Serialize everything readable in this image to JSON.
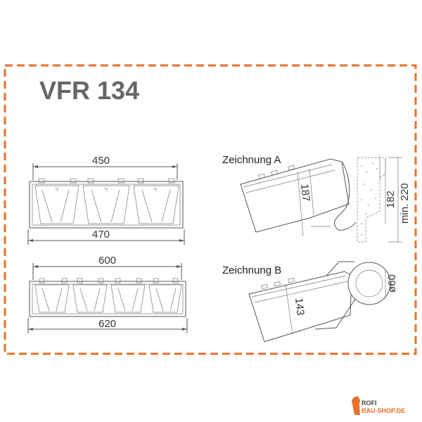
{
  "title": "VFR 134",
  "drawing_a_label": "Zeichnung A",
  "drawing_b_label": "Zeichnung B",
  "dims": {
    "top_inner": "450",
    "top_outer": "470",
    "bottom_inner": "600",
    "bottom_outer": "620",
    "a_height": "187",
    "a_182": "182",
    "a_min220": "min. 220",
    "b_height": "143",
    "b_diameter": "ø60"
  },
  "logo": {
    "line1": "ROFI",
    "line2": "BAU-SHOP.DE"
  },
  "colors": {
    "frame": "#e8702a",
    "title": "#666666",
    "logo_orange": "#e8702a",
    "logo_dark": "#444444"
  }
}
